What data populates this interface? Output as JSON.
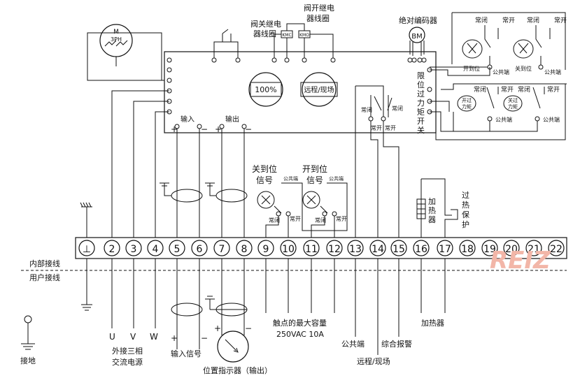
{
  "diagram": {
    "terminals": [
      "⊥",
      "2",
      "3",
      "4",
      "5",
      "6",
      "7",
      "8",
      "9",
      "10",
      "11",
      "12",
      "13",
      "14",
      "15",
      "16",
      "17",
      "18",
      "19",
      "20",
      "21",
      "22"
    ],
    "labels": {
      "motor_m": "M",
      "motor_3ph": "3PH",
      "close_relay_coil": "阀关继电器线圈",
      "close_relay_coil_l1": "阀关继电",
      "close_relay_coil_l2": "器线圈",
      "open_relay_coil_l1": "阀开继电",
      "open_relay_coil_l2": "器线圈",
      "kmc": "KMC",
      "kmo": "KMO",
      "encoder": "绝对编码器",
      "bm": "BM",
      "display_percent": "100%",
      "display_mode": "远程/现场",
      "input": "输入",
      "output": "输出",
      "plus": "+",
      "minus": "−",
      "close_pos_signal_l1": "关到位",
      "close_pos_signal_l2": "信号",
      "open_pos_signal_l1": "开到位",
      "open_pos_signal_l2": "信号",
      "common": "公共端",
      "nc": "常闭",
      "no": "常开",
      "limit_torque": [
        "限",
        "位",
        "过",
        "力",
        "矩",
        "开",
        "关"
      ],
      "open_pos": "开到位",
      "close_pos": "关到位",
      "open_torque": "开过力矩",
      "open_torque_l1": "开过",
      "open_torque_l2": "力矩",
      "close_torque_l1": "关过",
      "close_torque_l2": "力矩",
      "heater_v": [
        "加",
        "热",
        "器"
      ],
      "overheat_v": [
        "过",
        "热",
        "保",
        "护"
      ],
      "internal_wiring": "内部接线",
      "user_wiring": "用户接线",
      "u": "U",
      "v": "V",
      "w": "W",
      "ext_power_l1": "外接三相",
      "ext_power_l2": "交流电源",
      "input_signal": "输入信号",
      "position_indicator": "位置指示器（输出）",
      "contact_cap_l1": "触点的最大容量",
      "contact_cap_l2": "250VAC 10A",
      "common_end": "公共端",
      "remote_local": "远程/现场",
      "alarm": "综合报警",
      "heater": "加热器",
      "ground": "接地",
      "watermark": "REIZ"
    },
    "colors": {
      "line": "#111111",
      "watermark": "#f2b6a8"
    }
  }
}
